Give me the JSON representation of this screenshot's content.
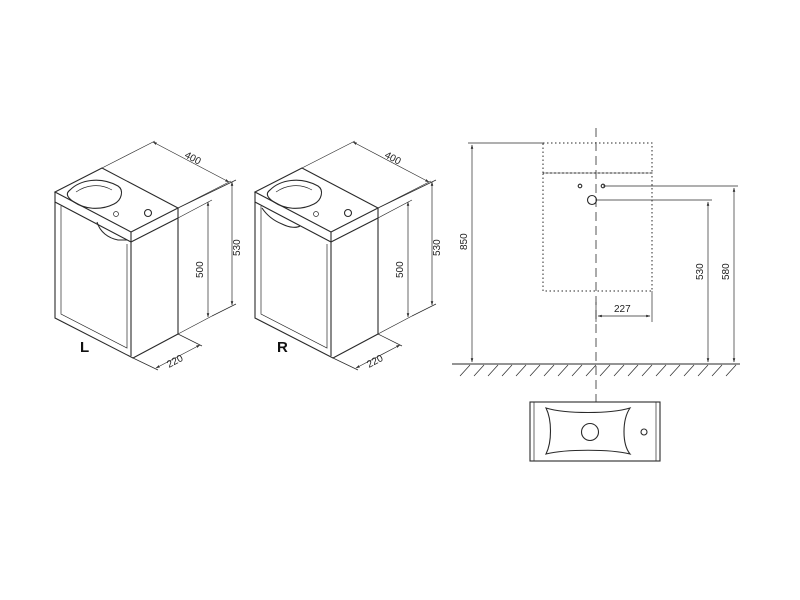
{
  "diagram": {
    "variant_left_label": "L",
    "variant_right_label": "R",
    "left_view": {
      "dim_width": "400",
      "dim_height_cabinet": "500",
      "dim_height_total": "530",
      "dim_depth": "220"
    },
    "right_view": {
      "dim_width": "400",
      "dim_height_cabinet": "500",
      "dim_height_total": "530",
      "dim_depth": "220"
    },
    "installation_view": {
      "dim_total_height": "850",
      "dim_drain_height": "530",
      "dim_supply_height": "580",
      "dim_drain_offset": "227"
    }
  }
}
